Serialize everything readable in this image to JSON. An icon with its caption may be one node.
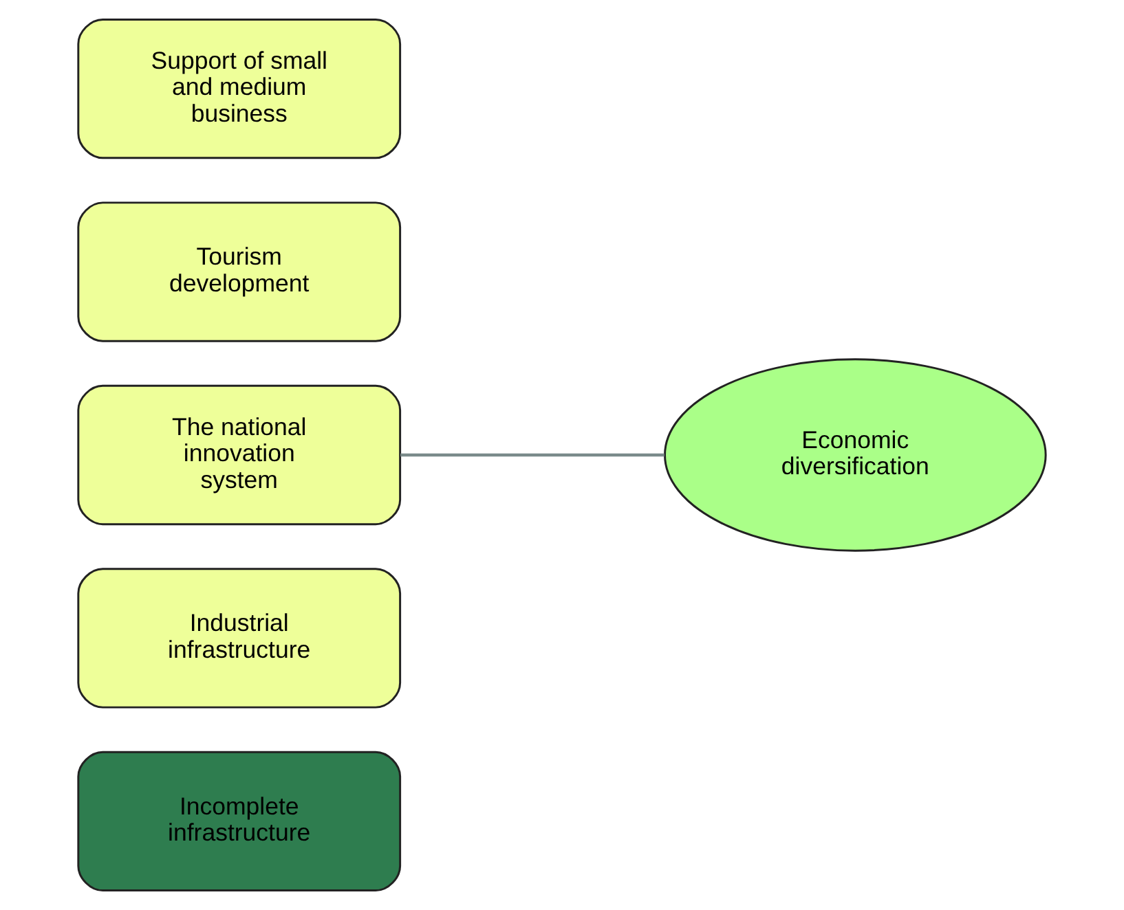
{
  "diagram": {
    "nodes": [
      {
        "text": [
          "Incomplete infrastructure"
        ]
      },
      {
        "text": [
          "Industrial infrastructure"
        ]
      },
      {
        "text": [
          "The national innovation system"
        ]
      },
      {
        "text": [
          "Tourism development"
        ]
      },
      {
        "text": [
          "Support of small and medium business"
        ]
      },
      {
        "text": [
          "Economic diversification"
        ]
      }
    ],
    "edges": [
      {
        "from": 2,
        "to": 5,
        "arrow": "none"
      }
    ]
  }
}
